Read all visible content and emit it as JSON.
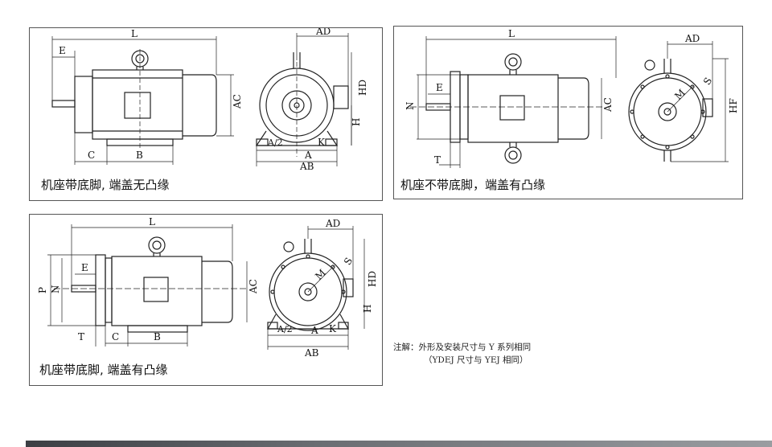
{
  "panels": [
    {
      "caption": "机座带底脚, 端盖无凸缘",
      "side_labels": {
        "L": "L",
        "E": "E",
        "C": "C",
        "B": "B",
        "AC": "AC"
      },
      "end_labels": {
        "AD": "AD",
        "HD": "HD",
        "H": "H",
        "A2": "A/2",
        "A": "A",
        "K": "K",
        "AB": "AB"
      }
    },
    {
      "caption": "机座不带底脚，端盖有凸缘",
      "side_labels": {
        "L": "L",
        "E": "E",
        "N": "N",
        "T": "T",
        "AC": "AC"
      },
      "end_labels": {
        "AD": "AD",
        "S": "S",
        "M": "M",
        "HF": "HF"
      }
    },
    {
      "caption": "机座带底脚, 端盖有凸缘",
      "side_labels": {
        "L": "L",
        "E": "E",
        "P": "P",
        "N": "N",
        "T": "T",
        "C": "C",
        "B": "B",
        "AC": "AC"
      },
      "end_labels": {
        "AD": "AD",
        "S": "S",
        "M": "M",
        "HD": "HD",
        "H": "H",
        "A2": "A/2",
        "A": "A",
        "K": "K",
        "AB": "AB"
      }
    }
  ],
  "note": {
    "line1": "注解：外形及安装尺寸与 Y 系列相同",
    "line2": "（YDEJ 尺寸与 YEJ 相同）"
  }
}
